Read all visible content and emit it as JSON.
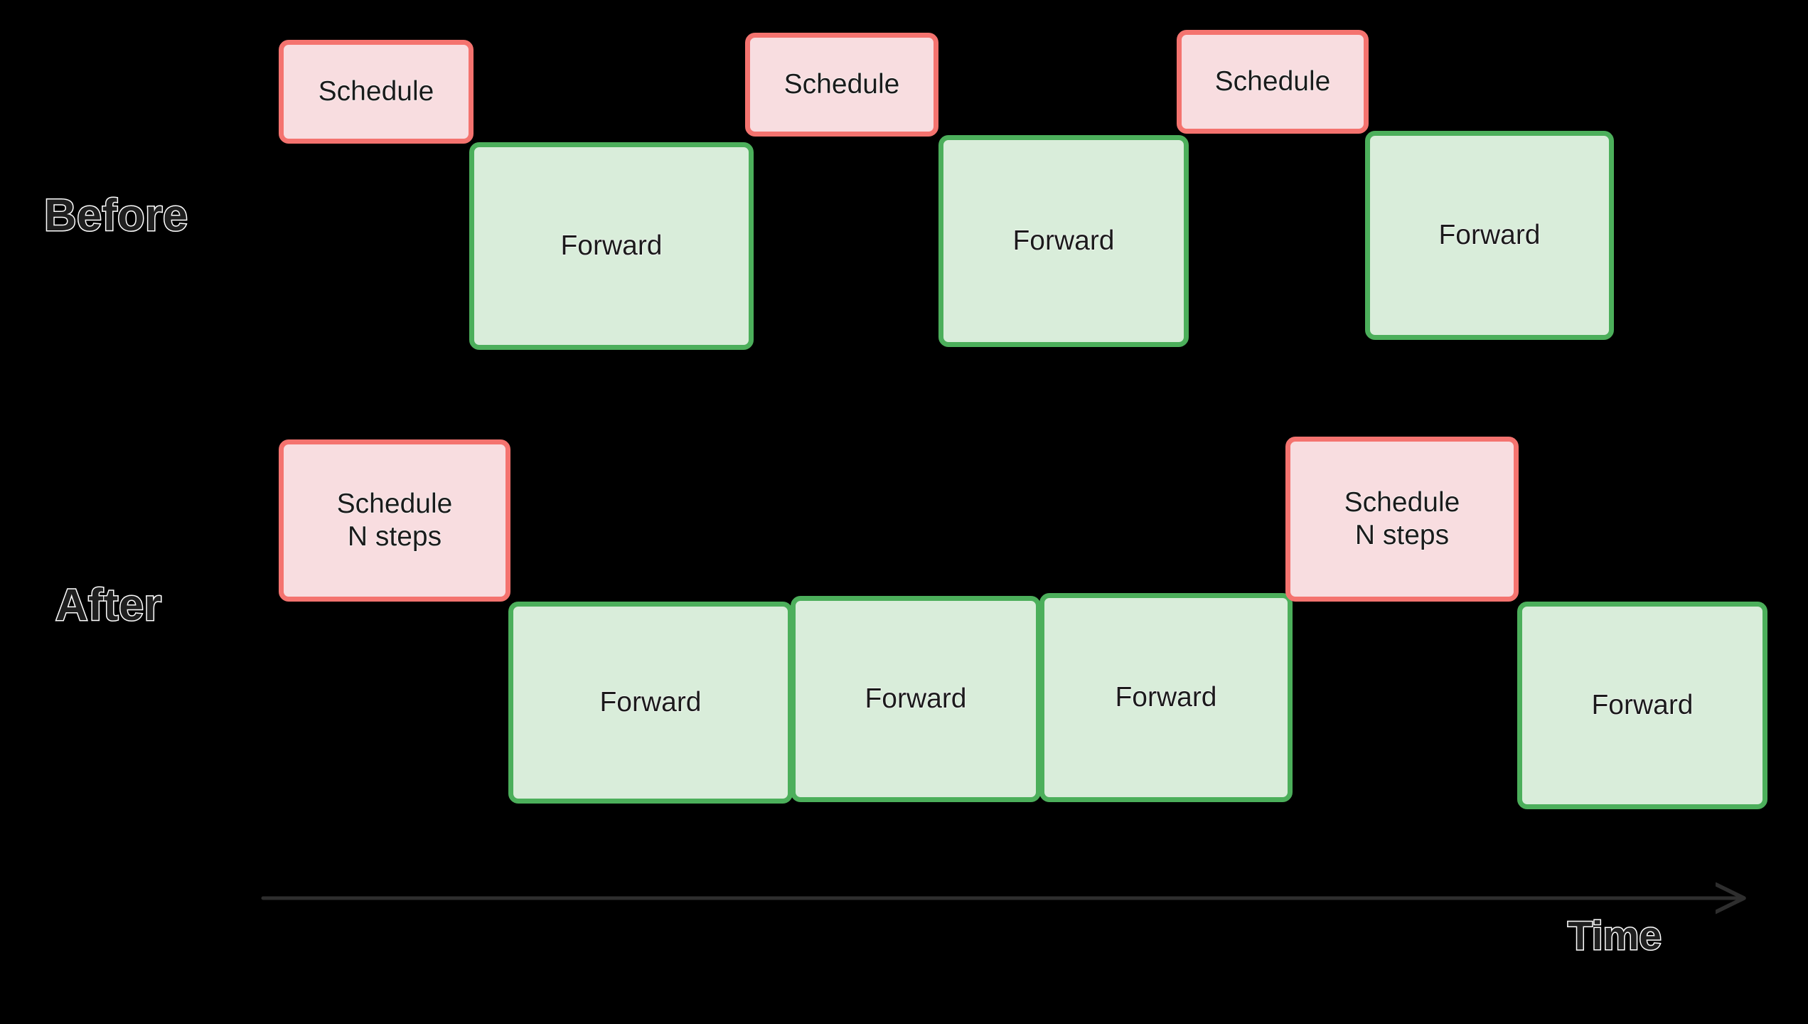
{
  "diagram": {
    "title_rows": {
      "before_label": "Before",
      "after_label": "After"
    },
    "axis": {
      "label": "Time",
      "direction": "left-to-right",
      "arrow_icon": "arrow-right-icon"
    },
    "colors": {
      "background": "#000000",
      "schedule_fill": "#f8dde0",
      "schedule_border": "#f4736f",
      "forward_fill": "#d9edda",
      "forward_border": "#4caf5b",
      "box_text": "#1b1b1b",
      "label_text": "#1f1f1f",
      "label_outline": "#ffffff",
      "axis_line": "#2b2b2b"
    },
    "rows": [
      {
        "name": "before",
        "label": "Before",
        "blocks": [
          {
            "kind": "schedule",
            "label": "Schedule"
          },
          {
            "kind": "forward",
            "label": "Forward"
          },
          {
            "kind": "schedule",
            "label": "Schedule"
          },
          {
            "kind": "forward",
            "label": "Forward"
          },
          {
            "kind": "schedule",
            "label": "Schedule"
          },
          {
            "kind": "forward",
            "label": "Forward"
          }
        ]
      },
      {
        "name": "after",
        "label": "After",
        "blocks": [
          {
            "kind": "schedule",
            "label": "Schedule\nN steps"
          },
          {
            "kind": "forward",
            "label": "Forward"
          },
          {
            "kind": "forward",
            "label": "Forward"
          },
          {
            "kind": "forward",
            "label": "Forward"
          },
          {
            "kind": "schedule",
            "label": "Schedule\nN steps"
          },
          {
            "kind": "forward",
            "label": "Forward"
          }
        ]
      }
    ]
  }
}
